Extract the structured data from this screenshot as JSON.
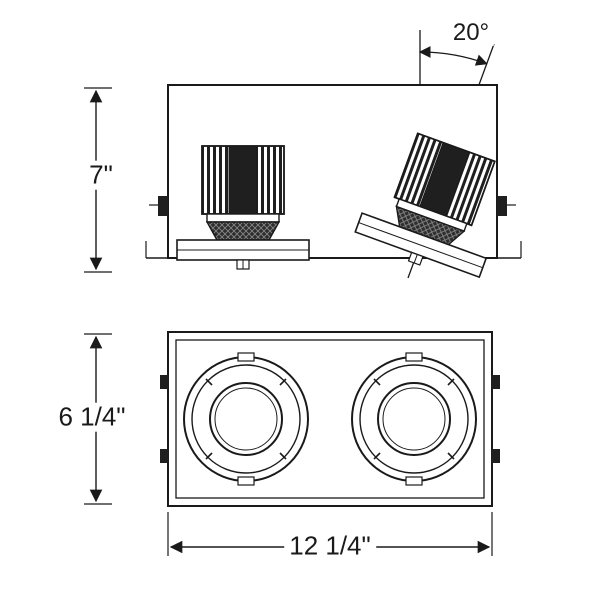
{
  "page": {
    "background": "#ffffff",
    "line_color": "#1a1a1a"
  },
  "drawing": {
    "type": "technical-line-drawing",
    "subject": "two-head recessed multiple lighting fixture, side elevation (adjustable head tilted) and front/bottom view"
  },
  "annotations": {
    "tilt_angle": "20°",
    "side_height": "7\"",
    "front_height": "6 1/4\"",
    "front_width": "12 1/4\""
  }
}
